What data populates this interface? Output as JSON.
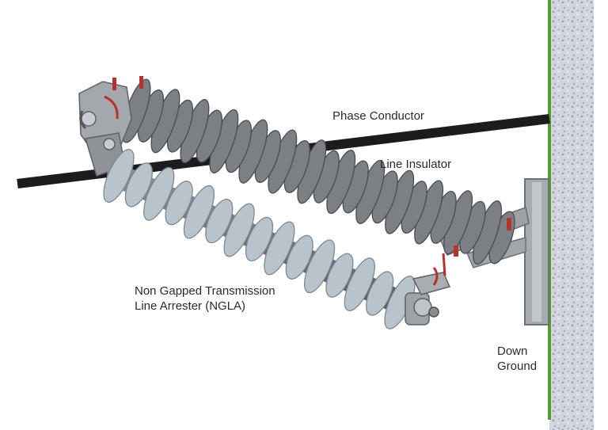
{
  "labels": {
    "phase_conductor": "Phase Conductor",
    "line_insulator": "Line Insulator",
    "ngla_line1": "Non Gapped Transmission",
    "ngla_line2": "Line Arrester (NGLA)",
    "down_line1": "Down",
    "down_line2": "Ground"
  },
  "colors": {
    "conductor": "#1c1c1c",
    "insulator_shed": "#7c7f83",
    "insulator_shed_edge": "#4a4d50",
    "arrester_shed": "#b9c3cc",
    "arrester_shed_edge": "#7d8891",
    "hardware": "#9da1a5",
    "bolt_red": "#b5322d",
    "pole_edge": "#4f9e2a",
    "pole_texture": "#c9ccd8"
  },
  "components": {
    "insulator_sheds": 26,
    "arrester_sheds": 15
  }
}
